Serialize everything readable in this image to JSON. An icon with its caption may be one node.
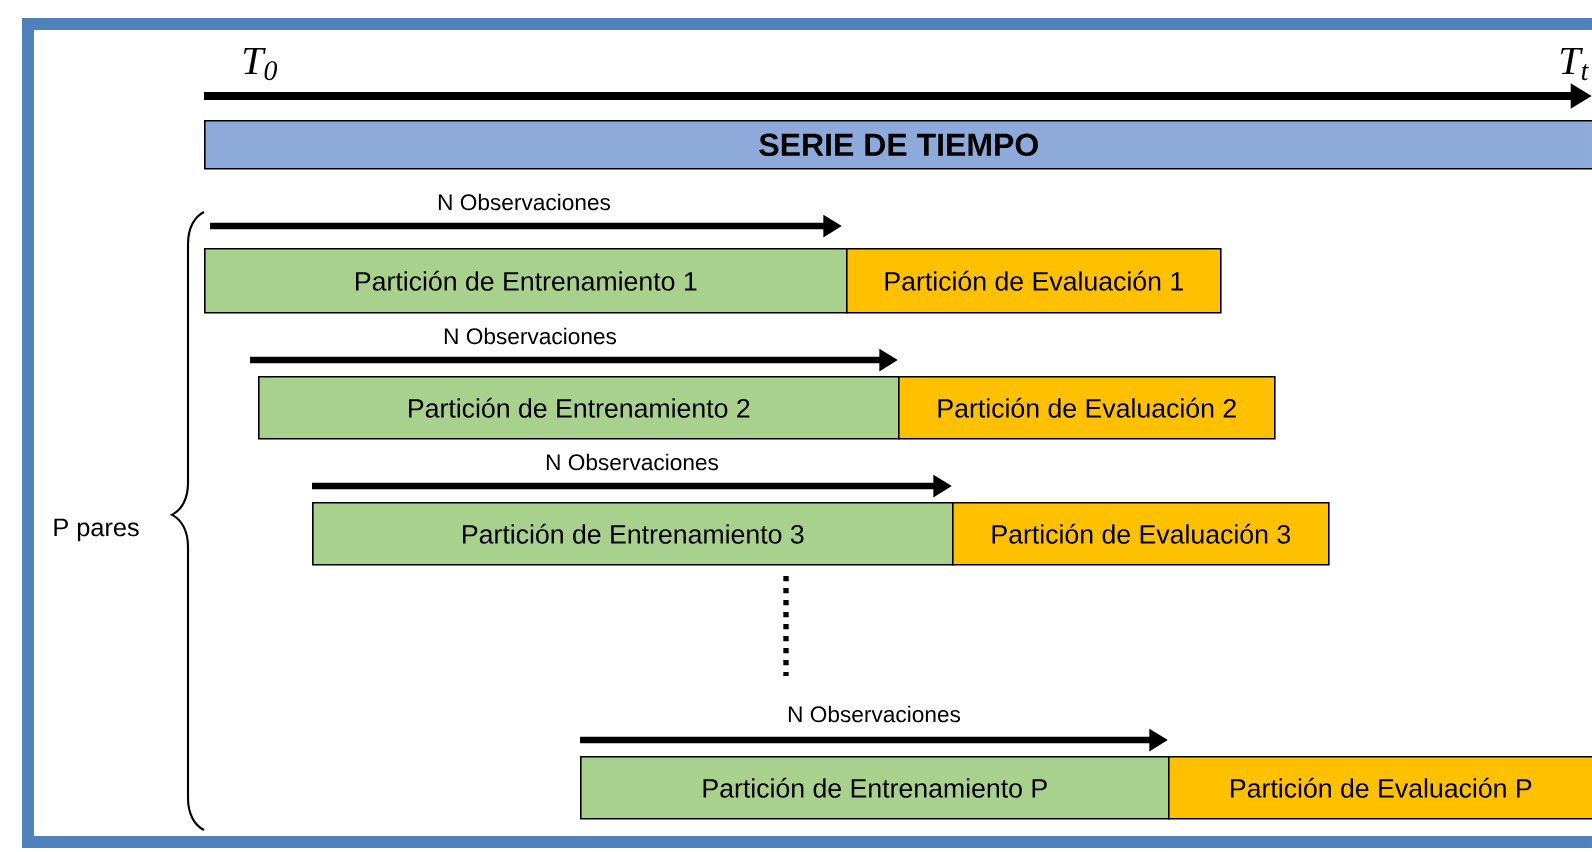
{
  "diagram": {
    "nodes": [
      {
        "text": [
          "SERIE DE TIEMPO"
        ]
      },
      {
        "text": [
          "Partición de Entrenamiento 1"
        ]
      },
      {
        "text": [
          "Partición de Evaluación 1"
        ]
      },
      {
        "text": [
          "Partición de Entrenamiento 2"
        ]
      },
      {
        "text": [
          "Partición de Evaluación 2"
        ]
      },
      {
        "text": [
          "Partición de Entrenamiento 3"
        ]
      },
      {
        "text": [
          "Partición de Evaluación 3"
        ]
      },
      {
        "text": [
          "Partición de Entrenamiento P"
        ]
      },
      {
        "text": [
          "Partición de Evaluación P"
        ]
      }
    ],
    "labels": [
      "T$_{0}$",
      "T$_{t}$",
      "N Observaciones",
      "N Observaciones",
      "N Observaciones",
      "P pares",
      "N Observaciones"
    ]
  }
}
